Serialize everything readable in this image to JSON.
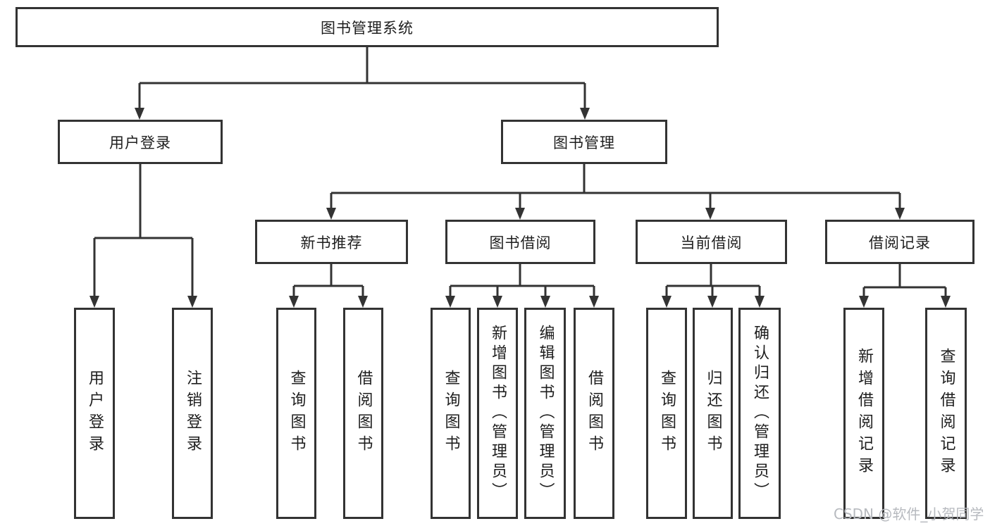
{
  "tree": {
    "root": {
      "label": "图书管理系统",
      "children": [
        {
          "label": "用户登录",
          "children": [
            {
              "label": "用户登录"
            },
            {
              "label": "注销登录"
            }
          ]
        },
        {
          "label": "图书管理",
          "children": [
            {
              "label": "新书推荐",
              "children": [
                {
                  "label": "查询图书"
                },
                {
                  "label": "借阅图书"
                }
              ]
            },
            {
              "label": "图书借阅",
              "children": [
                {
                  "label": "查询图书"
                },
                {
                  "label": "新增图书（管理员）"
                },
                {
                  "label": "编辑图书（管理员）"
                },
                {
                  "label": "借阅图书"
                }
              ]
            },
            {
              "label": "当前借阅",
              "children": [
                {
                  "label": "查询图书"
                },
                {
                  "label": "归还图书"
                },
                {
                  "label": "确认归还（管理员）"
                }
              ]
            },
            {
              "label": "借阅记录",
              "children": [
                {
                  "label": "新增借阅记录"
                },
                {
                  "label": "查询借阅记录"
                }
              ]
            }
          ]
        }
      ]
    }
  },
  "watermark": "CSDN @软件_小贺同学",
  "colors": {
    "line": "#333333",
    "box_border": "#333333",
    "box_background": "#ffffff",
    "text": "#1e1e1e",
    "watermark": "#b7babf"
  }
}
